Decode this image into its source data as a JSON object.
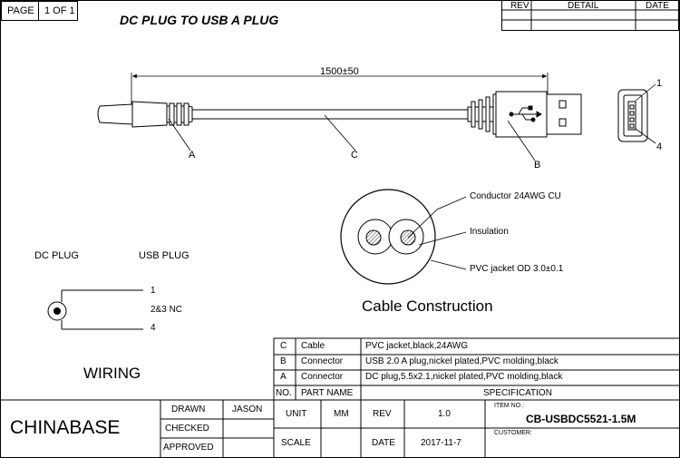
{
  "page": {
    "label": "PAGE",
    "value": "1 OF 1"
  },
  "title": "DC PLUG TO USB A PLUG",
  "revision_header": {
    "rev": "REV",
    "detail": "DETAIL",
    "date": "DATE"
  },
  "drawing": {
    "length": "1500±50",
    "callouts": {
      "a": "A",
      "b": "B",
      "c": "C"
    },
    "pins": {
      "pin1": "1",
      "pin4": "4"
    }
  },
  "cable_construction": {
    "title": "Cable Construction",
    "conductor": "Conductor 24AWG CU",
    "insulation": "Insulation",
    "jacket": "PVC jacket OD 3.0±0.1"
  },
  "wiring": {
    "dc_plug": "DC PLUG",
    "usb_plug": "USB PLUG",
    "pin1": "1",
    "nc": "2&3 NC",
    "pin4": "4",
    "title": "WIRING"
  },
  "parts": {
    "rows": [
      {
        "no": "C",
        "name": "Cable",
        "spec": "PVC jacket,black,24AWG"
      },
      {
        "no": "B",
        "name": "Connector",
        "spec": "USB 2.0 A plug,nickel plated,PVC molding,black"
      },
      {
        "no": "A",
        "name": "Connector",
        "spec": "DC plug,5.5x2.1,nickel plated,PVC molding,black"
      }
    ],
    "header": {
      "no": "NO.",
      "name": "PART NAME",
      "spec": "SPECIFICATION"
    }
  },
  "title_block": {
    "company": "CHINABASE",
    "drawn_label": "DRAWN",
    "drawn_value": "JASON",
    "checked_label": "CHECKED",
    "approved_label": "APPROVED",
    "unit_label": "UNIT",
    "unit_value": "MM",
    "rev_label": "REV",
    "rev_value": "1.0",
    "scale_label": "SCALE",
    "date_label": "DATE",
    "date_value": "2017-11-7",
    "item_no_label": "ITEM NO.:",
    "item_no_value": "CB-USBDC5521-1.5M",
    "customer_label": "CUSTOMER:"
  }
}
